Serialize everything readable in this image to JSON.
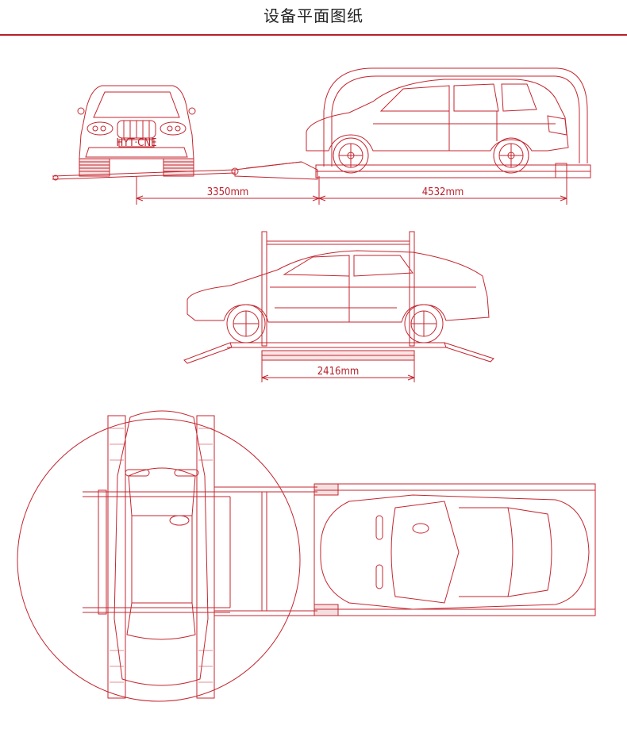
{
  "page": {
    "title": "设备平面图纸"
  },
  "colors": {
    "line": "#c4262f",
    "rule": "#b8202b",
    "text": "#222222"
  },
  "dimensions": {
    "front_to_lift": "3350mm",
    "lift_length": "4532mm",
    "sedan_wheelbase": "2416mm"
  },
  "plate": {
    "front_car_badge": "HYT·CNE"
  }
}
